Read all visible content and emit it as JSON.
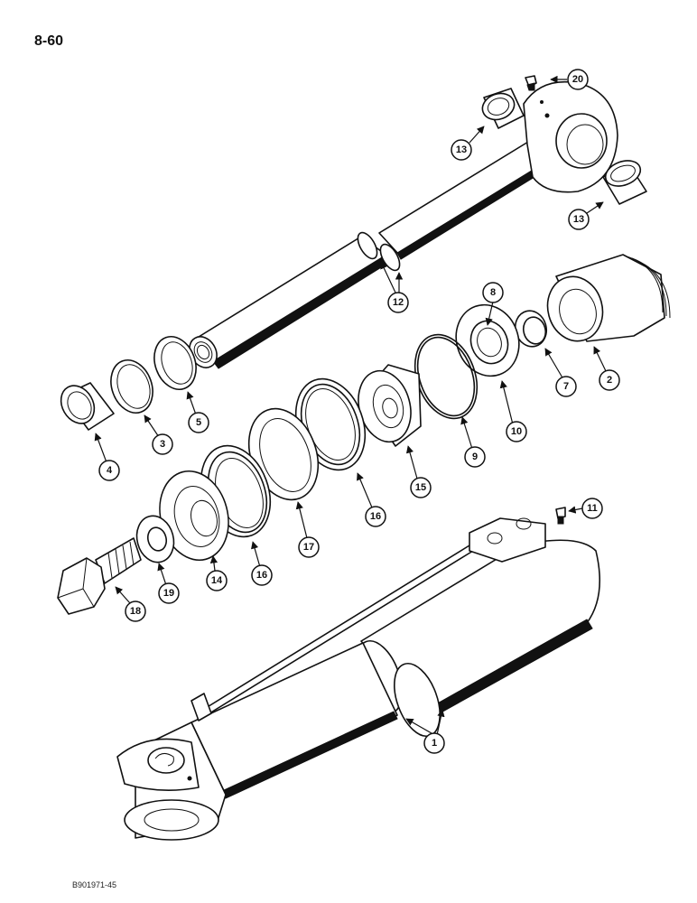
{
  "page_number": "8-60",
  "figure_code": "B901971-45",
  "callouts": [
    "1",
    "2",
    "3",
    "4",
    "5",
    "7",
    "8",
    "9",
    "10",
    "11",
    "12",
    "13",
    "13",
    "14",
    "15",
    "16",
    "16",
    "17",
    "18",
    "19",
    "20"
  ]
}
